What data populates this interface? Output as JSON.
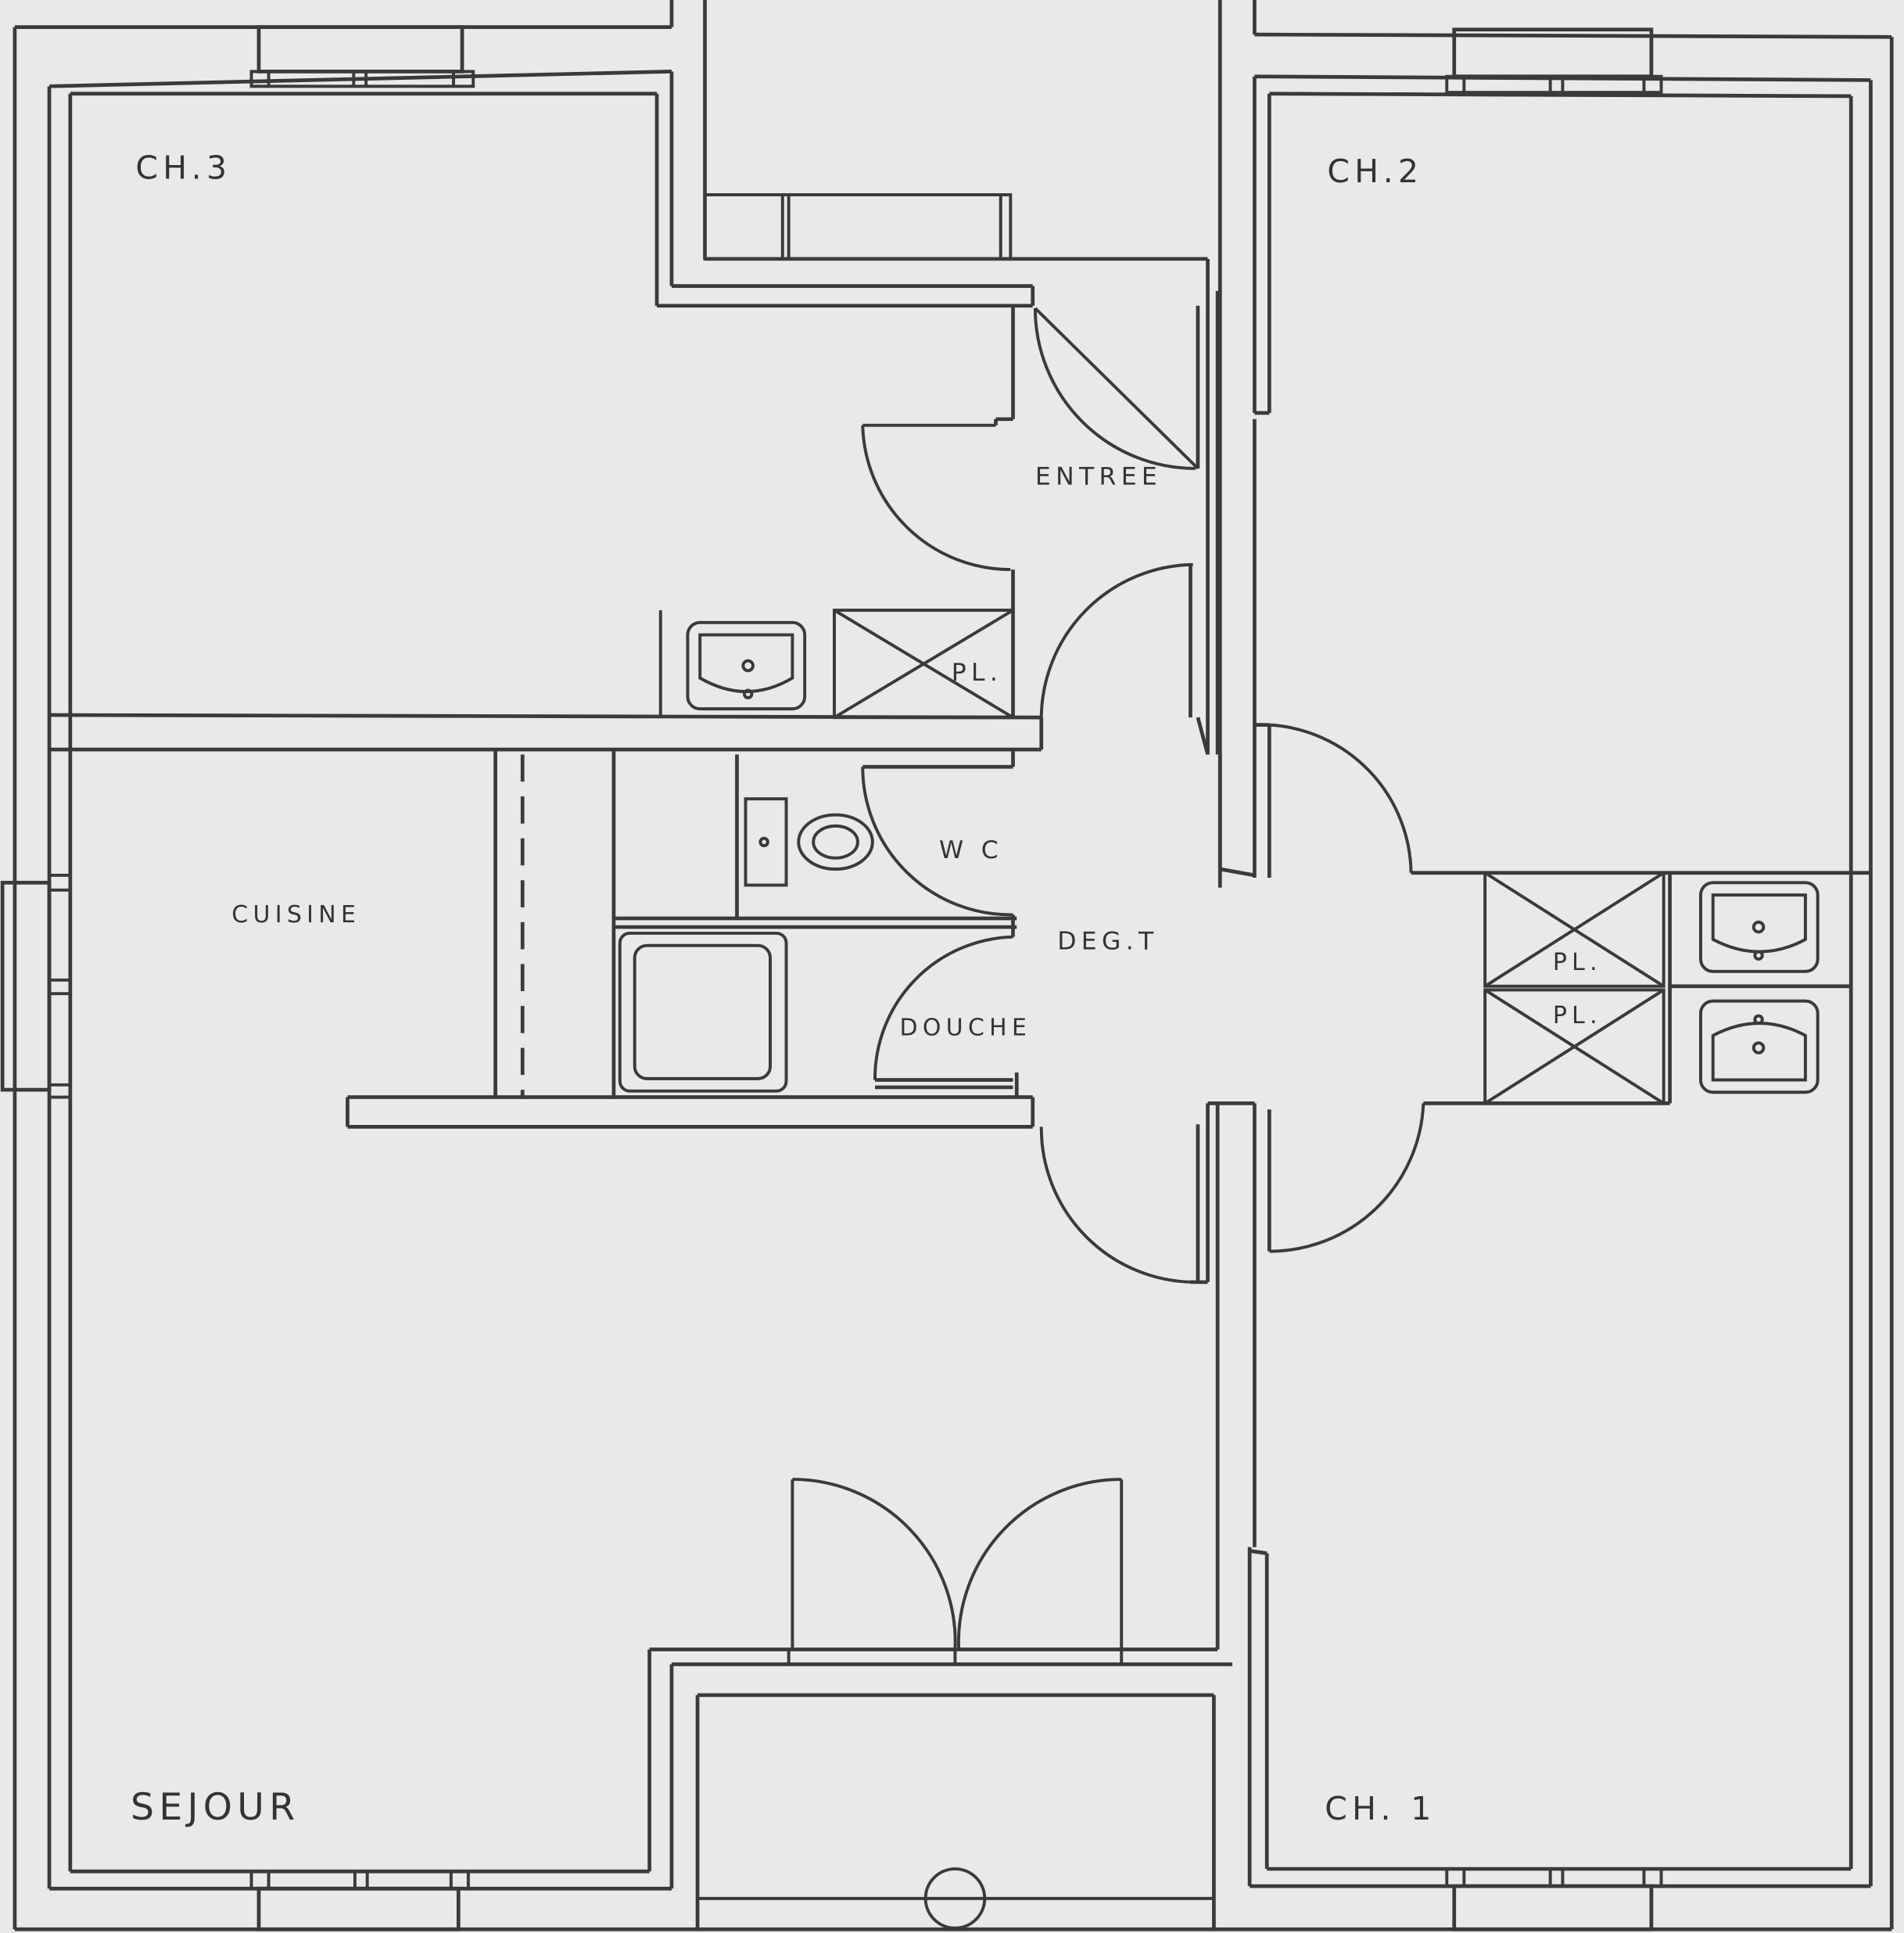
{
  "plan": {
    "rooms": {
      "ch3": "CH.3",
      "ch2": "CH.2",
      "entree": "ENTREE",
      "cuisine": "CUISINE",
      "wc": "W C",
      "degt": "DEG.T",
      "douche": "DOUCHE",
      "sejour": "SEJOUR",
      "ch1": "CH. 1"
    },
    "closets": {
      "pl_entree": "PL.",
      "pl_right_1": "PL.",
      "pl_right_2": "PL."
    }
  }
}
